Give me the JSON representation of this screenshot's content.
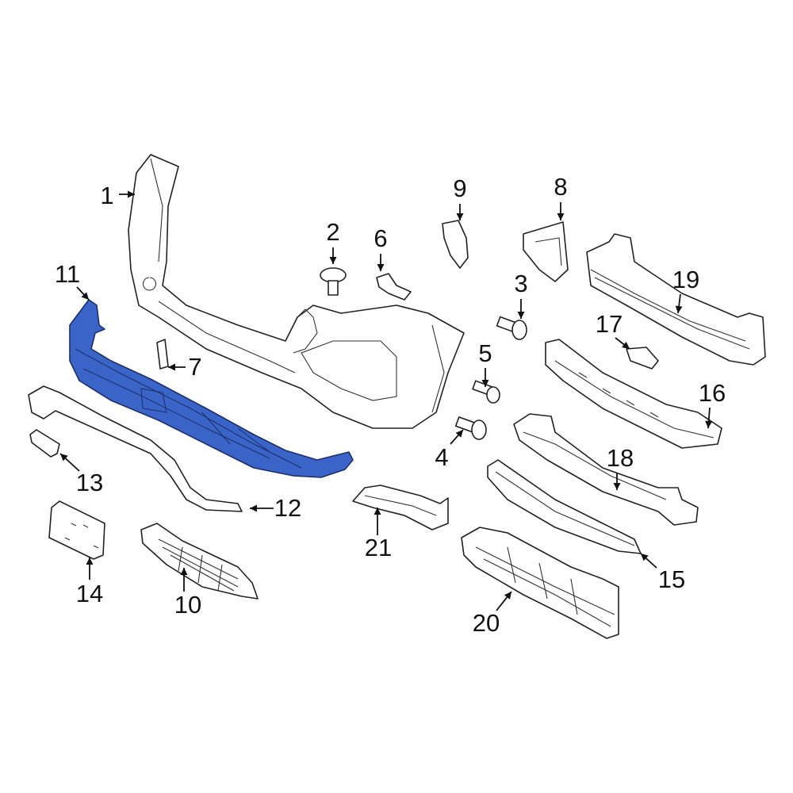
{
  "diagram": {
    "highlight_color": "#3a64c8",
    "highlighted_part": "11",
    "callouts": [
      {
        "label": "1",
        "part": "bumper-cover"
      },
      {
        "label": "2",
        "part": "push-retainer"
      },
      {
        "label": "3",
        "part": "grommet"
      },
      {
        "label": "4",
        "part": "retainer"
      },
      {
        "label": "5",
        "part": "bolt"
      },
      {
        "label": "6",
        "part": "bracket"
      },
      {
        "label": "7",
        "part": "clip"
      },
      {
        "label": "8",
        "part": "side-bracket"
      },
      {
        "label": "9",
        "part": "guide-bracket"
      },
      {
        "label": "10",
        "part": "grille"
      },
      {
        "label": "11",
        "part": "lower-valance"
      },
      {
        "label": "12",
        "part": "trim-molding"
      },
      {
        "label": "13",
        "part": "tow-eye-cover"
      },
      {
        "label": "14",
        "part": "license-bracket"
      },
      {
        "label": "15",
        "part": "lower-reinforcement"
      },
      {
        "label": "16",
        "part": "energy-absorber"
      },
      {
        "label": "17",
        "part": "small-bracket"
      },
      {
        "label": "18",
        "part": "upper-absorber"
      },
      {
        "label": "19",
        "part": "impact-bar"
      },
      {
        "label": "20",
        "part": "air-deflector"
      },
      {
        "label": "21",
        "part": "side-deflector"
      }
    ]
  }
}
